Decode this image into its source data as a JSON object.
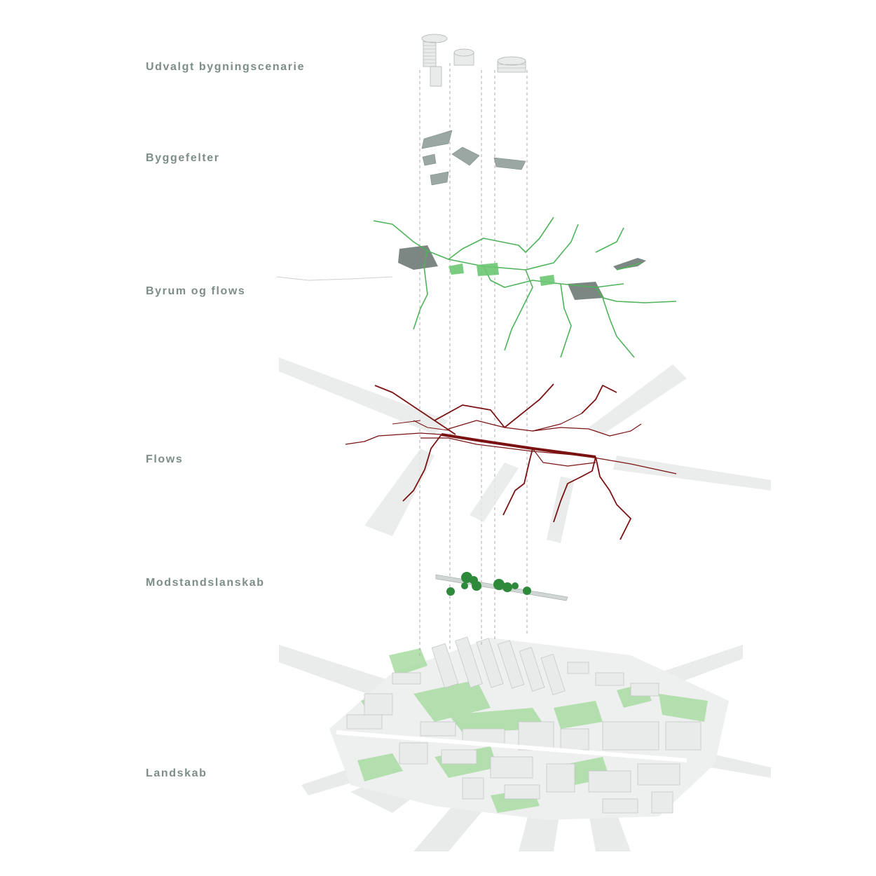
{
  "layers": [
    {
      "id": "buildings",
      "label": "Udvalgt bygningscenarie"
    },
    {
      "id": "plots",
      "label": "Byggefelter"
    },
    {
      "id": "urban-spaces",
      "label": "Byrum og flows"
    },
    {
      "id": "flows",
      "label": "Flows"
    },
    {
      "id": "resistance",
      "label": "Modstandslanskab"
    },
    {
      "id": "landscape",
      "label": "Landskab"
    }
  ],
  "colors": {
    "label_text": "#7d8d87",
    "green_network": "#4fb35a",
    "flow_network": "#7a1212",
    "building_mass": "#e9ebea",
    "plot_fill": "#9aa7a2",
    "park_green": "#a9dca2",
    "tree_green": "#2e8a3a",
    "guide_lines": "#9a9a9a",
    "view_wedges": "#e6e8e7"
  }
}
